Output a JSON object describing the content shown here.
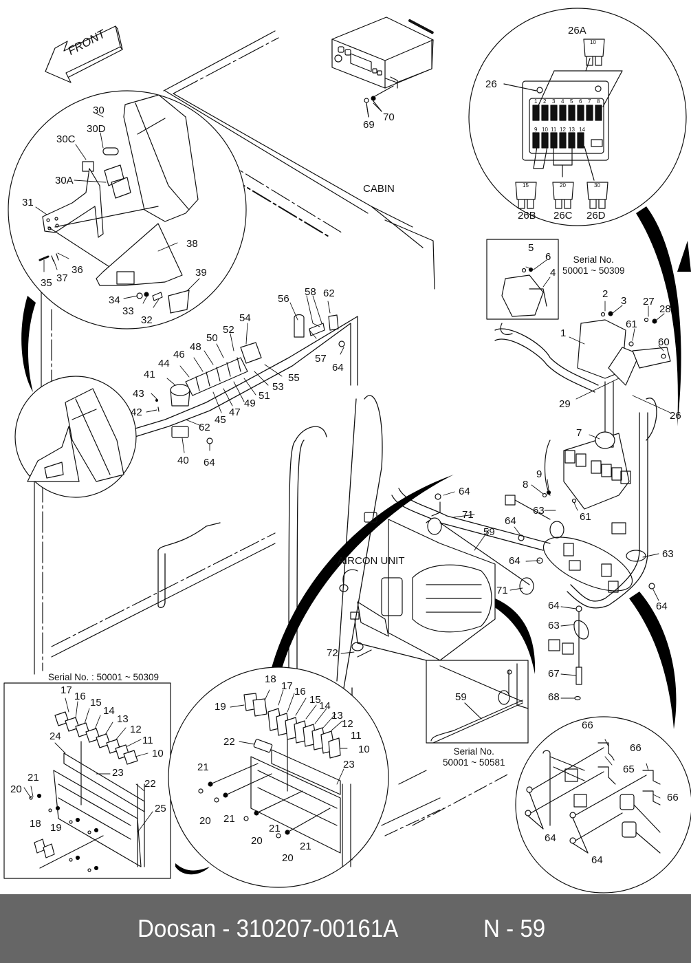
{
  "footer": {
    "brand_part": "Doosan - 310207-00161A",
    "page": "N - 59",
    "background": "#666666",
    "text_color": "#ffffff"
  },
  "diagram": {
    "front_arrow": "FRONT",
    "cabin_label": "CABIN",
    "aircon_label": "AIRCON UNIT",
    "serial_controller": [
      "Serial No.",
      "50001 ~ 50309"
    ],
    "serial_relay_box": "Serial No.  : 50001 ~ 50309",
    "serial_inset_59": [
      "Serial No.",
      "50001 ~ 50581"
    ],
    "fuse_box": {
      "top_numbers": [
        "1",
        "2",
        "3",
        "4",
        "5",
        "6",
        "7",
        "8"
      ],
      "bottom_numbers": [
        "9",
        "10",
        "11",
        "12",
        "13",
        "14"
      ],
      "fuse_ratings": {
        "26A": "10",
        "26B": "15",
        "26C": "20",
        "26D": "30"
      }
    },
    "callouts": {
      "c26A": "26A",
      "c26": "26",
      "c26B": "26B",
      "c26C": "26C",
      "c26D": "26D",
      "c69": "69",
      "c70": "70",
      "c30": "30",
      "c30D": "30D",
      "c30C": "30C",
      "c30A": "30A",
      "c31": "31",
      "c38": "38",
      "c35": "35",
      "c37": "37",
      "c36": "36",
      "c39": "39",
      "c34": "34",
      "c33": "33",
      "c32": "32",
      "c5": "5",
      "c6": "6",
      "c4": "4",
      "c2": "2",
      "c3": "3",
      "c27": "27",
      "c28": "28",
      "c61a": "61",
      "c60": "60",
      "c1": "1",
      "c29": "29",
      "c26b": "26",
      "c56": "56",
      "c58": "58",
      "c62a": "62",
      "c57": "57",
      "c64a": "64",
      "c54": "54",
      "c52": "52",
      "c50": "50",
      "c48": "48",
      "c46": "46",
      "c44": "44",
      "c41": "41",
      "c55": "55",
      "c53": "53",
      "c51": "51",
      "c49": "49",
      "c47": "47",
      "c45": "45",
      "c43": "43",
      "c42": "42",
      "c62b": "62",
      "c40": "40",
      "c64b": "64",
      "c7": "7",
      "c9": "9",
      "c8": "8",
      "c61b": "61",
      "c63a": "63",
      "c64c": "64",
      "c71a": "71",
      "c59a": "59",
      "c64d": "64",
      "c64e": "64",
      "c63b": "63",
      "c64f": "64",
      "c71b": "71",
      "c72": "72",
      "c64g": "64",
      "c63c": "63",
      "c67": "67",
      "c68": "68",
      "c59b": "59",
      "r17": "17",
      "r16": "16",
      "r15": "15",
      "r14": "14",
      "r13": "13",
      "r12": "12",
      "r11": "11",
      "r10": "10",
      "r24": "24",
      "r23": "23",
      "r22": "22",
      "r21": "21",
      "r20": "20",
      "r25": "25",
      "r18": "18",
      "r19": "19",
      "m18": "18",
      "m17": "17",
      "m16": "16",
      "m15": "15",
      "m14": "14",
      "m13": "13",
      "m12": "12",
      "m11": "11",
      "m10": "10",
      "m19": "19",
      "m22": "22",
      "m23": "23",
      "m21a": "21",
      "m20a": "20",
      "m21b": "21",
      "m21c": "21",
      "m20b": "20",
      "m21d": "21",
      "m20c": "20",
      "g66a": "66",
      "g66b": "66",
      "g65": "65",
      "g66c": "66",
      "g64a": "64",
      "g64b": "64"
    }
  }
}
